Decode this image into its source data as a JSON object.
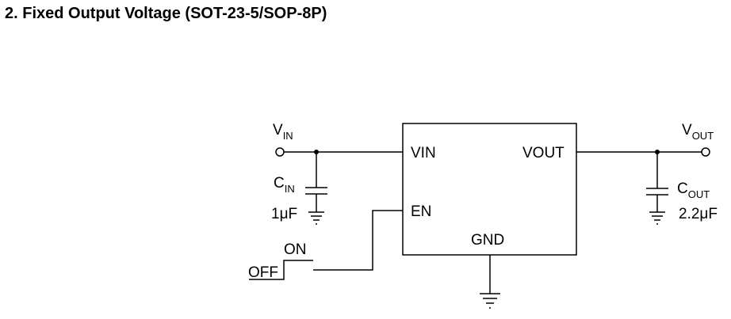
{
  "title": "2. Fixed Output Voltage (SOT-23-5/SOP-8P)",
  "ic": {
    "pins": {
      "vin": "VIN",
      "vout": "VOUT",
      "en": "EN",
      "gnd": "GND"
    }
  },
  "input": {
    "label_main": "V",
    "label_sub": "IN"
  },
  "output": {
    "label_main": "V",
    "label_sub": "OUT"
  },
  "cin": {
    "label_main": "C",
    "label_sub": "IN",
    "value": "1μF"
  },
  "cout": {
    "label_main": "C",
    "label_sub": "OUT",
    "value": "2.2μF"
  },
  "switch": {
    "on_label": "ON",
    "off_label": "OFF"
  }
}
